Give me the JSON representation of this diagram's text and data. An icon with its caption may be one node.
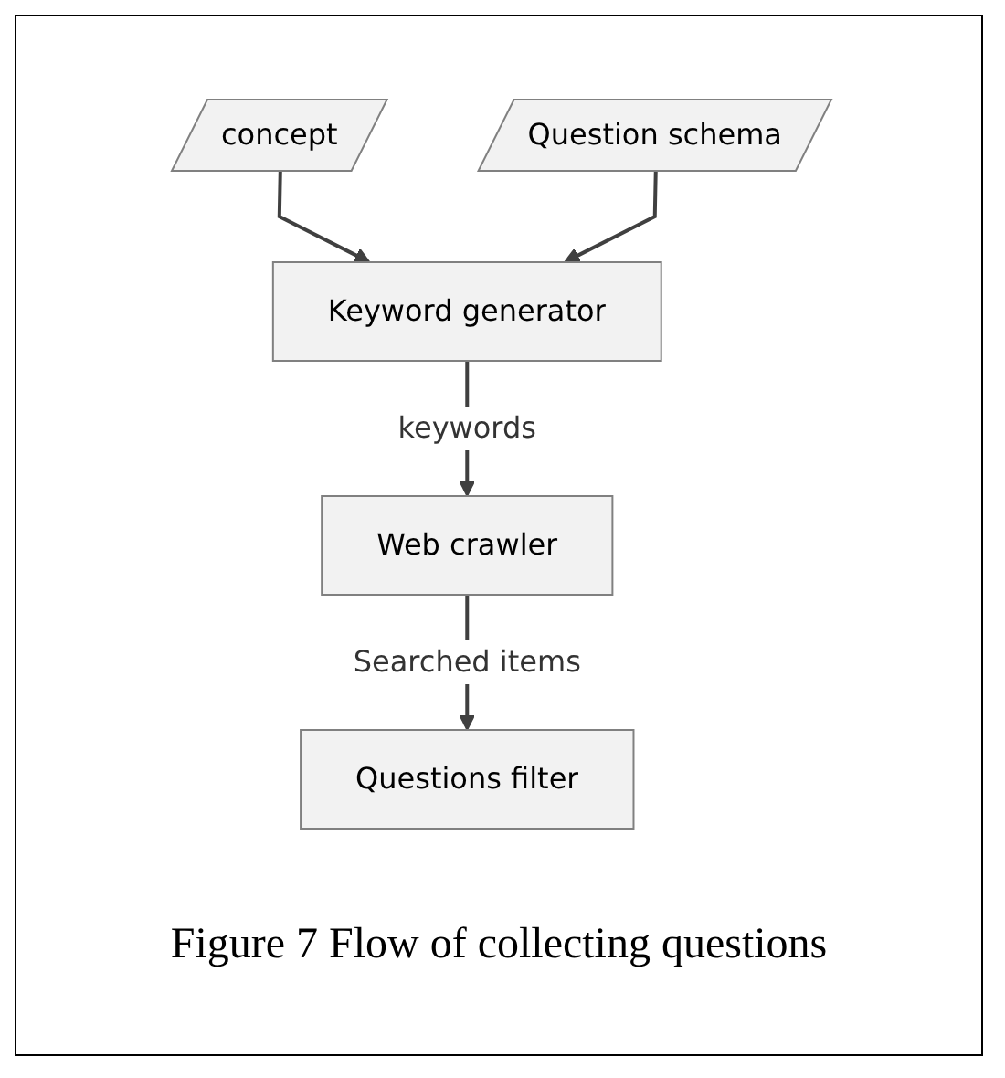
{
  "diagram": {
    "caption": "Figure 7 Flow of collecting questions",
    "nodes": [
      {
        "text": [
          "concept"
        ]
      },
      {
        "text": [
          "Question schema"
        ]
      },
      {
        "text": [
          "Keyword generator"
        ]
      },
      {
        "text": [
          "Web crawler"
        ]
      },
      {
        "text": [
          "Questions filter"
        ]
      }
    ],
    "edges": [
      {
        "from": 0,
        "to": 2,
        "arrow": "to"
      },
      {
        "from": 1,
        "to": 2,
        "arrow": "to"
      },
      {
        "from": 2,
        "to": 3,
        "arrow": "to",
        "label": "keywords"
      },
      {
        "from": 3,
        "to": 4,
        "arrow": "to",
        "label": "Searched items"
      }
    ]
  }
}
